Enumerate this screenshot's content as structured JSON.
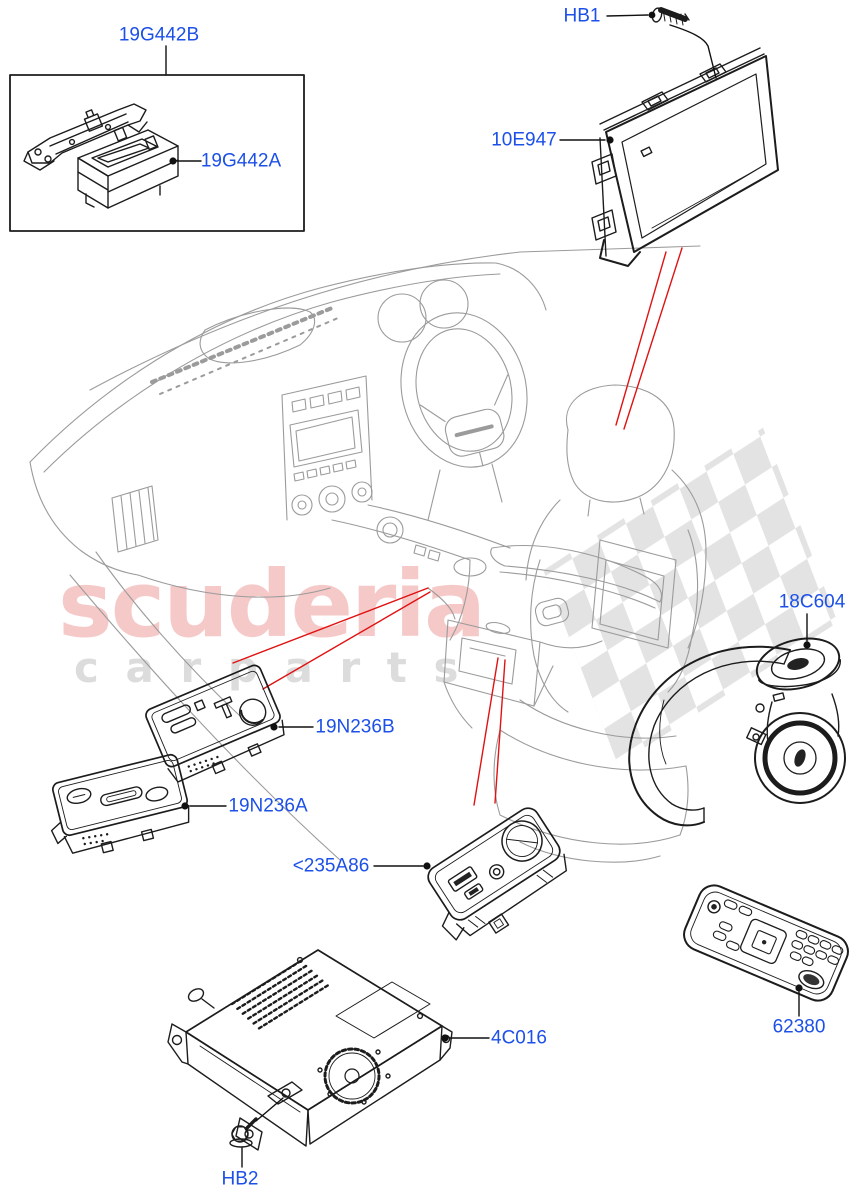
{
  "watermark": {
    "brand": "scuderia",
    "tagline": "c a r   p a r t s"
  },
  "parts": {
    "g442b": {
      "label": "19G442B"
    },
    "g442a": {
      "label": "19G442A"
    },
    "hb1": {
      "label": "HB1"
    },
    "e947": {
      "label": "10E947"
    },
    "c604": {
      "label": "18C604"
    },
    "n236b": {
      "label": "19N236B"
    },
    "n236a": {
      "label": "19N236A"
    },
    "a86": {
      "label": "<235A86"
    },
    "c016": {
      "label": "4C016"
    },
    "r62380": {
      "label": "62380"
    },
    "hb2": {
      "label": "HB2"
    }
  },
  "colors": {
    "label_blue": "#1c50e8",
    "leader_red": "#e01212",
    "part_line_black": "#1c1c1c",
    "interior_line_gray": "#9b9b9b",
    "watermark_pink": "#f6c9c9",
    "watermark_text_gray": "#d9d9d9",
    "checker_gray": "#e3e3e3"
  }
}
